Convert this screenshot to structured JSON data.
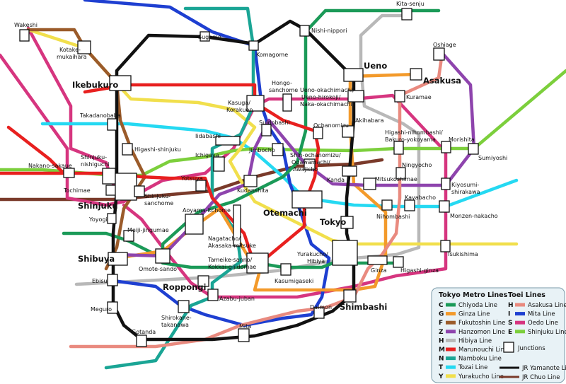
{
  "colors": {
    "chiyoda": "#1b9a58",
    "ginza": "#f39a2b",
    "fukutoshin": "#9b5b2a",
    "hanzomon": "#8e44ad",
    "hibiya": "#b8b8b8",
    "marunouchi": "#e8201f",
    "namboku": "#1aa595",
    "tozai": "#25d9f2",
    "yurakucho": "#f1df4c",
    "asakusa": "#e98a7f",
    "mita": "#1e3fd1",
    "oedo": "#d6357f",
    "shinjuku": "#7ccf3c",
    "yamanote": "#111111",
    "chuo": "#7a3a2a"
  },
  "stations": {
    "wakeshi": "Wakeshi",
    "kotake1": "Kotake-",
    "kotake2": "mukaihara",
    "sugamo": "Sugamo",
    "komagome": "Komagome",
    "nishinippori": "Nishi-nippori",
    "kitasenju": "Kita-senju",
    "oshiage": "Oshiage",
    "ueno": "Ueno",
    "asakusa": "Asakusa",
    "ikebukuro": "Ikebukuro",
    "hongo1": "Hongo-",
    "hongo2": "sanchome",
    "kasuga1": "Kasuga/",
    "kasuga2": "Korakuen",
    "uenookachi1": "Ueno-okachimachi/",
    "uenookachi2": "Ueno-hirokoji/",
    "uenookachi3": "Naka-okachimachi",
    "kuramae": "Kuramae",
    "takadanobaba": "Takadanobaba",
    "suidobashi": "Suidobashi",
    "ochanomizu": "Ochanomizu",
    "akihabara": "Akihabara",
    "iidabashi": "Iidabashi",
    "higashinihonbashi1": "Higashi-nihombashi/",
    "higashinihonbashi2": "Bakuro-yokoyama",
    "morishita": "Morishita",
    "higashishinjuku": "Higashi-shinjuku",
    "jimbocho": "Jimbocho",
    "shinochanomizu1": "Shin-ochanomizu/",
    "shinochanomizu2": "Ogawamachi/",
    "shinochanomizu3": "Awajicho",
    "sumiyoshi": "Sumiyoshi",
    "shinjukunishi1": "Shinjuku-",
    "shinjukunishi2": "nishiguchi",
    "ichigaya": "Ichigaya",
    "ningyocho": "Ningyocho",
    "nakanosakaue": "Nakano-sakaue",
    "kiyosumi1": "Kiyosumi-",
    "kiyosumi2": "shirakawa",
    "tochimae": "Tochimae",
    "yotsuya": "Yotsuya",
    "kudanshita": "Kudanshita",
    "kanda": "Kanda",
    "mitsukoshimae": "Mitsukoshimae",
    "shinjuku": "Shinjuku",
    "shinjukusan1": "Shinjuku-",
    "shinjukusan2": "sanchome",
    "otemachi": "Otemachi",
    "kayabacho": "Kayabacho",
    "monzen": "Monzen-nakacho",
    "yoyogi": "Yoyogi",
    "aoyama": "Aoyama-itchome",
    "tokyo": "Tokyo",
    "nihombashi": "Nihombashi",
    "meiji": "Meiji-jingumae",
    "nagatacho1": "Nagatacho/",
    "nagatacho2": "Akasaka-mitsuke",
    "shibuya": "Shibuya",
    "yurakucho1": "Yurakucho/",
    "yurakucho2": "Hibiya",
    "tsukishima": "Tsukishima",
    "omotesando": "Omote-sando",
    "tameike1": "Tameike-sanno/",
    "tameike2": "Kokkai-gijidomae",
    "ginza": "Ginza",
    "higashiginza": "Higashi-ginza",
    "ebisu": "Ebisu",
    "roppongi": "Roppongi",
    "kasumigaseki": "Kasumigaseki",
    "azabu": "Azabu-juban",
    "meguro": "Meguro",
    "shirokane1": "Shirokane-",
    "shirokane2": "takanawa",
    "daimon": "Daimon",
    "shimbashi": "Shimbashi",
    "gotanda": "Gotanda",
    "mita": "Mita"
  },
  "legend": {
    "metro_title": "Tokyo Metro Lines",
    "toei_title": "Toei Lines",
    "metro": [
      {
        "code": "C",
        "name": "Chiyoda Line",
        "color": "#1b9a58"
      },
      {
        "code": "G",
        "name": "Ginza Line",
        "color": "#f39a2b"
      },
      {
        "code": "F",
        "name": "Fukutoshin Line",
        "color": "#9b5b2a"
      },
      {
        "code": "Z",
        "name": "Hanzomon Line",
        "color": "#8e44ad"
      },
      {
        "code": "H",
        "name": "Hibiya Line",
        "color": "#b8b8b8"
      },
      {
        "code": "M",
        "name": "Marunouchi Line",
        "color": "#e8201f"
      },
      {
        "code": "N",
        "name": "Namboku Line",
        "color": "#1aa595"
      },
      {
        "code": "T",
        "name": "Tozai Line",
        "color": "#25d9f2"
      },
      {
        "code": "Y",
        "name": "Yurakucho Line",
        "color": "#f1df4c"
      }
    ],
    "toei": [
      {
        "code": "H",
        "name": "Asakusa Line",
        "color": "#e98a7f"
      },
      {
        "code": "I",
        "name": "Mita Line",
        "color": "#1e3fd1"
      },
      {
        "code": "S",
        "name": "Oedo Line",
        "color": "#d6357f"
      },
      {
        "code": "E",
        "name": "Shinjuku Line",
        "color": "#7ccf3c"
      }
    ],
    "junctions": "Junctions",
    "jr": [
      {
        "name": "JR Yamanote Line",
        "color": "#111111"
      },
      {
        "name": "JR Chuo Line",
        "color": "#7a3a2a"
      }
    ]
  }
}
